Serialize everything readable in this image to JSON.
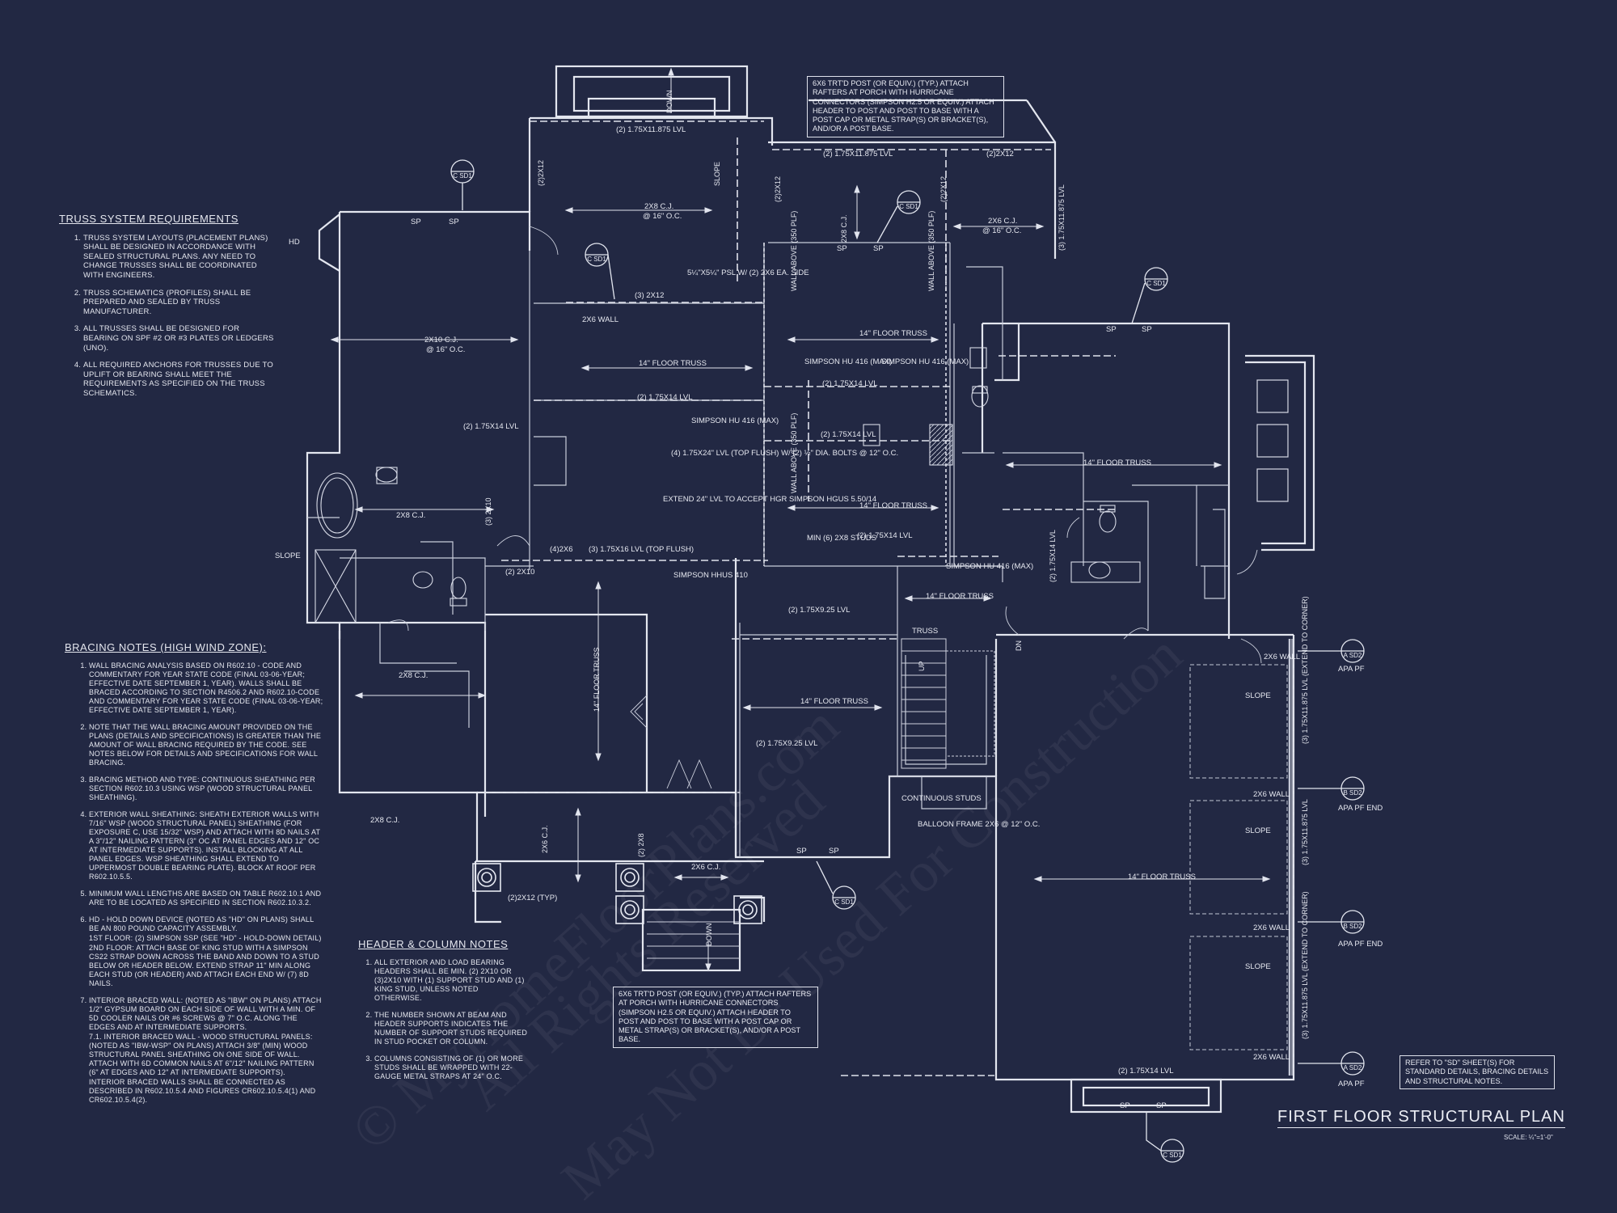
{
  "plan_title": "FIRST FLOOR STRUCTURAL PLAN",
  "scale_text": "SCALE: ¼\"=1'-0\"",
  "watermark_lines": [
    "© MyHomeFloorPlans.com",
    "All Rights Reserved",
    "May Not Be Used For Construction"
  ],
  "truss_notes": {
    "heading": "TRUSS SYSTEM REQUIREMENTS",
    "items": [
      "TRUSS SYSTEM LAYOUTS (PLACEMENT PLANS) SHALL BE DESIGNED IN ACCORDANCE WITH SEALED STRUCTURAL PLANS. ANY NEED TO CHANGE TRUSSES SHALL BE COORDINATED WITH ENGINEERS.",
      "TRUSS SCHEMATICS (PROFILES) SHALL BE PREPARED AND SEALED BY TRUSS MANUFACTURER.",
      "ALL TRUSSES SHALL BE DESIGNED FOR BEARING ON SPF #2 OR #3 PLATES OR LEDGERS (UNO).",
      "ALL REQUIRED ANCHORS FOR TRUSSES DUE TO UPLIFT OR BEARING SHALL MEET THE REQUIREMENTS AS SPECIFIED ON THE TRUSS SCHEMATICS."
    ]
  },
  "bracing_notes": {
    "heading": "BRACING NOTES (HIGH WIND ZONE):",
    "items": [
      "WALL BRACING ANALYSIS BASED ON R602.10 - CODE AND COMMENTARY FOR YEAR STATE CODE (FINAL 03-06-YEAR; EFFECTIVE DATE SEPTEMBER 1, YEAR). WALLS SHALL BE BRACED ACCORDING TO SECTION R4506.2 AND R602.10-CODE AND COMMENTARY FOR YEAR STATE CODE (FINAL 03-06-YEAR; EFFECTIVE DATE SEPTEMBER 1, YEAR).",
      "NOTE THAT THE WALL BRACING AMOUNT PROVIDED ON THE PLANS (DETAILS AND SPECIFICATIONS) IS GREATER THAN THE AMOUNT OF WALL BRACING REQUIRED BY THE CODE. SEE NOTES BELOW FOR DETAILS AND SPECIFICATIONS FOR WALL BRACING.",
      "BRACING METHOD AND TYPE: CONTINUOUS SHEATHING PER SECTION R602.10.3 USING WSP (WOOD STRUCTURAL PANEL SHEATHING).",
      "EXTERIOR WALL SHEATHING: SHEATH EXTERIOR WALLS WITH 7/16\" WSP (WOOD STRUCTURAL PANEL) SHEATHING (FOR EXPOSURE C, USE 15/32\" WSP) AND ATTACH WITH 8d NAILS AT A 3\"/12\" NAILING PATTERN (3\" OC AT PANEL EDGES AND 12\" OC AT INTERMEDIATE SUPPORTS). INSTALL BLOCKING AT ALL PANEL EDGES. WSP SHEATHING SHALL EXTEND TO UPPERMOST DOUBLE BEARING PLATE). BLOCK AT ROOF PER R602.10.5.5.",
      "MINIMUM WALL LENGTHS ARE BASED ON TABLE R602.10.1 AND ARE TO BE LOCATED AS SPECIFIED IN SECTION R602.10.3.2.",
      "HD - HOLD DOWN DEVICE (NOTED AS \"HD\" ON PLANS) SHALL BE AN 800 POUND CAPACITY ASSEMBLY.",
      "INTERIOR BRACED WALL: (NOTED AS \"IBW\" ON PLANS) ATTACH 1/2\" GYPSUM BOARD ON EACH SIDE OF WALL WITH A MIN. OF 5d COOLER NAILS OR #6 SCREWS @ 7\" O.C. ALONG THE EDGES AND AT INTERMEDIATE SUPPORTS."
    ],
    "hd_sub": [
      "1ST FLOOR: (2) SIMPSON SSP (SEE \"HD\" - HOLD-DOWN DETAIL)",
      "2ND FLOOR: ATTACH BASE OF KING STUD WITH A SIMPSON CS22 STRAP DOWN ACROSS THE BAND AND DOWN TO A STUD BELOW OR HEADER BELOW. EXTEND STRAP 11\" MIN ALONG EACH STUD (OR HEADER) AND ATTACH EACH END W/ (7) 8d NAILS."
    ],
    "ibw_sub": "7.1. INTERIOR BRACED WALL - WOOD STRUCTURAL PANELS: (NOTED AS \"IBW-WSP\" ON PLANS) ATTACH 3/8\" (MIN) WOOD STRUCTURAL PANEL SHEATHING ON ONE SIDE OF WALL. ATTACH WITH 6d COMMON NAILS AT 6\"/12\" NAILING PATTERN (6\" AT EDGES AND 12\" AT INTERMEDIATE SUPPORTS).",
    "final_bullet": "INTERIOR BRACED WALLS SHALL BE CONNECTED AS DESCRIBED IN R602.10.5.4 AND FIGURES CR602.10.5.4(1) AND CR602.10.5.4(2)."
  },
  "header_notes": {
    "heading": "HEADER & COLUMN NOTES",
    "items": [
      "ALL EXTERIOR AND LOAD BEARING HEADERS SHALL BE MIN. (2) 2X10 OR (3)2X10 WITH (1) SUPPORT STUD AND (1) KING STUD, UNLESS NOTED OTHERWISE.",
      "THE NUMBER SHOWN AT BEAM AND HEADER SUPPORTS INDICATES THE NUMBER OF SUPPORT STUDS REQUIRED IN STUD POCKET OR COLUMN.",
      "COLUMNS CONSISTING OF (1) OR MORE STUDS SHALL BE WRAPPED WITH 22-GAUGE METAL STRAPS AT 24\" O.C."
    ]
  },
  "callouts": {
    "porch_top": "6x6 TRT'D POST (OR EQUIV.) (TYP.) ATTACH RAFTERS AT PORCH WITH HURRICANE CONNECTORS (SIMPSON H2.5 OR EQUIV.) ATTACH HEADER TO POST AND POST TO BASE WITH A POST CAP OR METAL STRAP(S) OR BRACKET(S), AND/OR A POST BASE.",
    "porch_bottom": "6x6 TRT'D POST (OR EQUIV.) (TYP.) ATTACH RAFTERS AT PORCH WITH HURRICANE CONNECTORS (SIMPSON H2.5 OR EQUIV.) ATTACH HEADER TO POST AND POST TO BASE WITH A POST CAP OR METAL STRAP(S) OR BRACKET(S), AND/OR A POST BASE.",
    "refer_sd": "REFER TO \"SD\" SHEET(S) FOR STANDARD DETAILS, BRACING DETAILS AND STRUCTURAL NOTES."
  },
  "plan_labels": {
    "lvl_top": "(2) 1.75x11.875 LVL",
    "lvl_top2": "(2) 1.75x11.875 LVL",
    "x2x12_a": "(2)2x12",
    "x2x12_b": "(2)2x12",
    "x2x12_c": "(2)2x12",
    "x2x12_d": "(2)2x12",
    "cj_2x8_top": "2x8 C.J.",
    "cj_16oc": "@ 16\" O.C.",
    "slope": "SLOPE",
    "down": "DOWN",
    "cj_2x10": "2x10 C.J.",
    "cj_2x6_a": "2x6 C.J.",
    "cj_2x6_b": "2x6 C.J.",
    "cj_2x8_left": "2x8 C.J.",
    "cj_2x8_low": "2x8 C.J.",
    "cj_2x6_porch": "2x6 C.J.",
    "cj_2x6_front": "2x6 C.J.",
    "psl": "5¼\"x5¼\" PSL w/ (2) 2x6 EA. SIDE",
    "x3_2x12": "(3) 2x12",
    "wall_2x6": "2x6 WALL",
    "floor_truss": "14\" FLOOR TRUSS",
    "lvl_1_75x14": "(2) 1.75x14 LVL",
    "simpson_hu416": "SIMPSON HU 416 (MAX)",
    "wall_above": "WALL ABOVE (350 PLF)",
    "lvl_4": "(4) 1.75x24\" LVL (TOP FLUSH) w/ (2) ½\" DIA. BOLTS @ 12\" O.C.",
    "extend": "EXTEND 24\" LVL TO ACCEPT HGR SIMPSON HGUS 5.50/14",
    "lvl_3_top_flush": "(3) 1.75x16 LVL (TOP FLUSH)",
    "x2_2x10": "(2) 2x10",
    "x4_2x6": "(4)2x6",
    "min_studs": "MIN (6) 2x8 STUDS",
    "lvl_9_25": "(2) 1.75x9.25 LVL",
    "simpson_hhus": "SIMPSON HHUS 410",
    "hd": "HD",
    "continuous_studs": "CONTINUOUS STUDS",
    "balloon_frame": "BALLOON FRAME 2x6 @ 12\" O.C.",
    "x2x12_typ": "(2)2x12 (TYP)",
    "x2x8": "(2) 2x8",
    "x3_2x10": "(3) 2x10",
    "lvl_extend_corner": "(3) 1.75x11.875 LVL (EXTEND TO CORNER)",
    "lvl_3_side": "(3) 1.75x11.875 LVL",
    "wall_2x6_b": "2x6 WALL",
    "apa_pf": "APA PF",
    "apa_pf_end": "APA PF END",
    "sp": "SP",
    "up": "UP",
    "dn": "DN",
    "truss": "TRUSS",
    "sd_ref": "C SD1",
    "sd2_a": "A SD2",
    "sd2_b": "B SD2"
  }
}
